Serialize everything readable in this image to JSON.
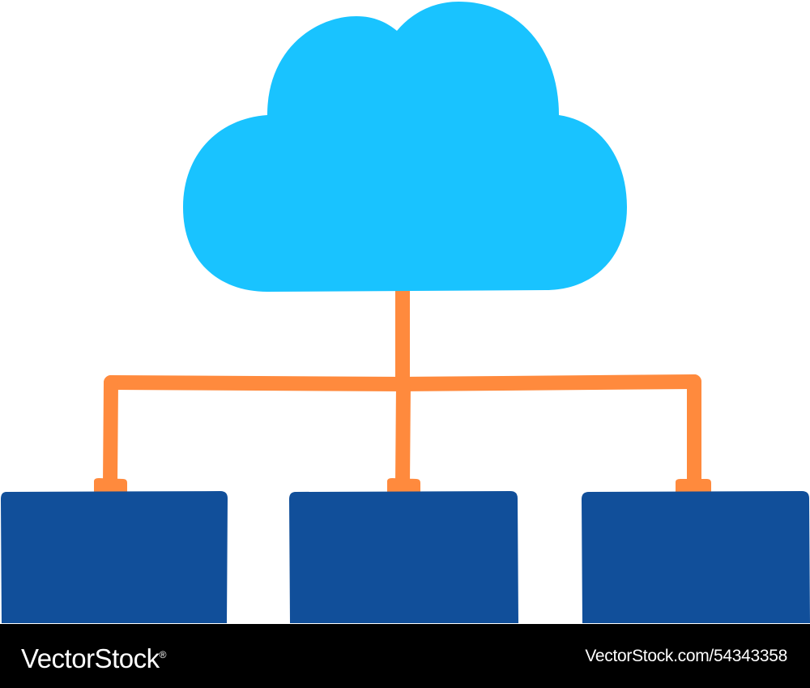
{
  "diagram": {
    "type": "cloud-network-hierarchy",
    "root": {
      "icon": "cloud-icon"
    },
    "children": [
      {
        "icon": "server-block-icon"
      },
      {
        "icon": "server-block-icon"
      },
      {
        "icon": "server-block-icon"
      }
    ],
    "connectors": "tree"
  },
  "colors": {
    "cloud": "#19C3FF",
    "connector": "#FF8A3D",
    "block": "#114F9A",
    "footer_background": "#000000",
    "footer_text": "#FFFFFF"
  },
  "footer": {
    "brand": "VectorStock",
    "registered_mark": "®",
    "image_id": "VectorStock.com/54343358"
  }
}
